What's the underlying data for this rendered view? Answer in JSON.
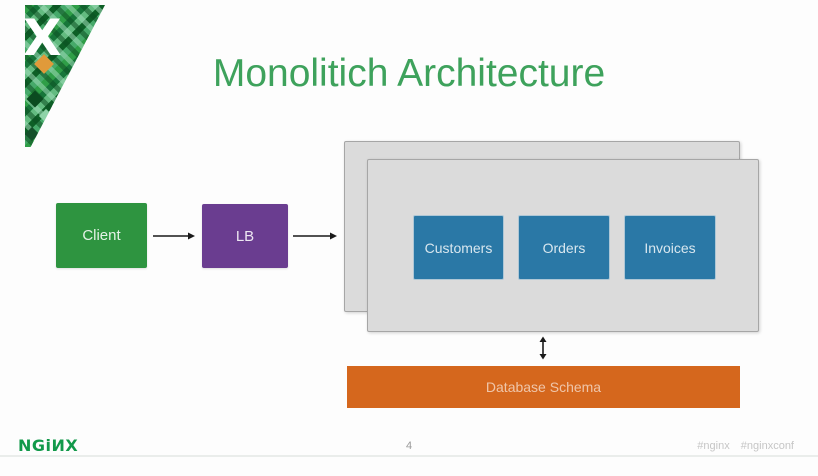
{
  "slide": {
    "title": "Monolitich Architecture",
    "page_number": "4",
    "brand": "NGiИX",
    "hashtag_1": "#nginx",
    "hashtag_2": "#nginxconf"
  },
  "diagram": {
    "client": {
      "label": "Client"
    },
    "load_balancer": {
      "label": "LB"
    },
    "monolith_services": [
      {
        "label": "Customers"
      },
      {
        "label": "Orders"
      },
      {
        "label": "Invoices"
      }
    ],
    "database": {
      "label": "Database Schema"
    }
  },
  "icons": {
    "logo_x": "X",
    "arrow_right": "right-arrow",
    "arrow_vertical": "double-headed-vertical-arrow"
  },
  "colors": {
    "title_green": "#3ea25c",
    "client_green": "#2e9440",
    "lb_purple": "#6a3d90",
    "service_blue": "#2a78a6",
    "database_orange": "#d5671d",
    "card_gray": "#dbdbdb",
    "brand_green": "#12994a"
  }
}
